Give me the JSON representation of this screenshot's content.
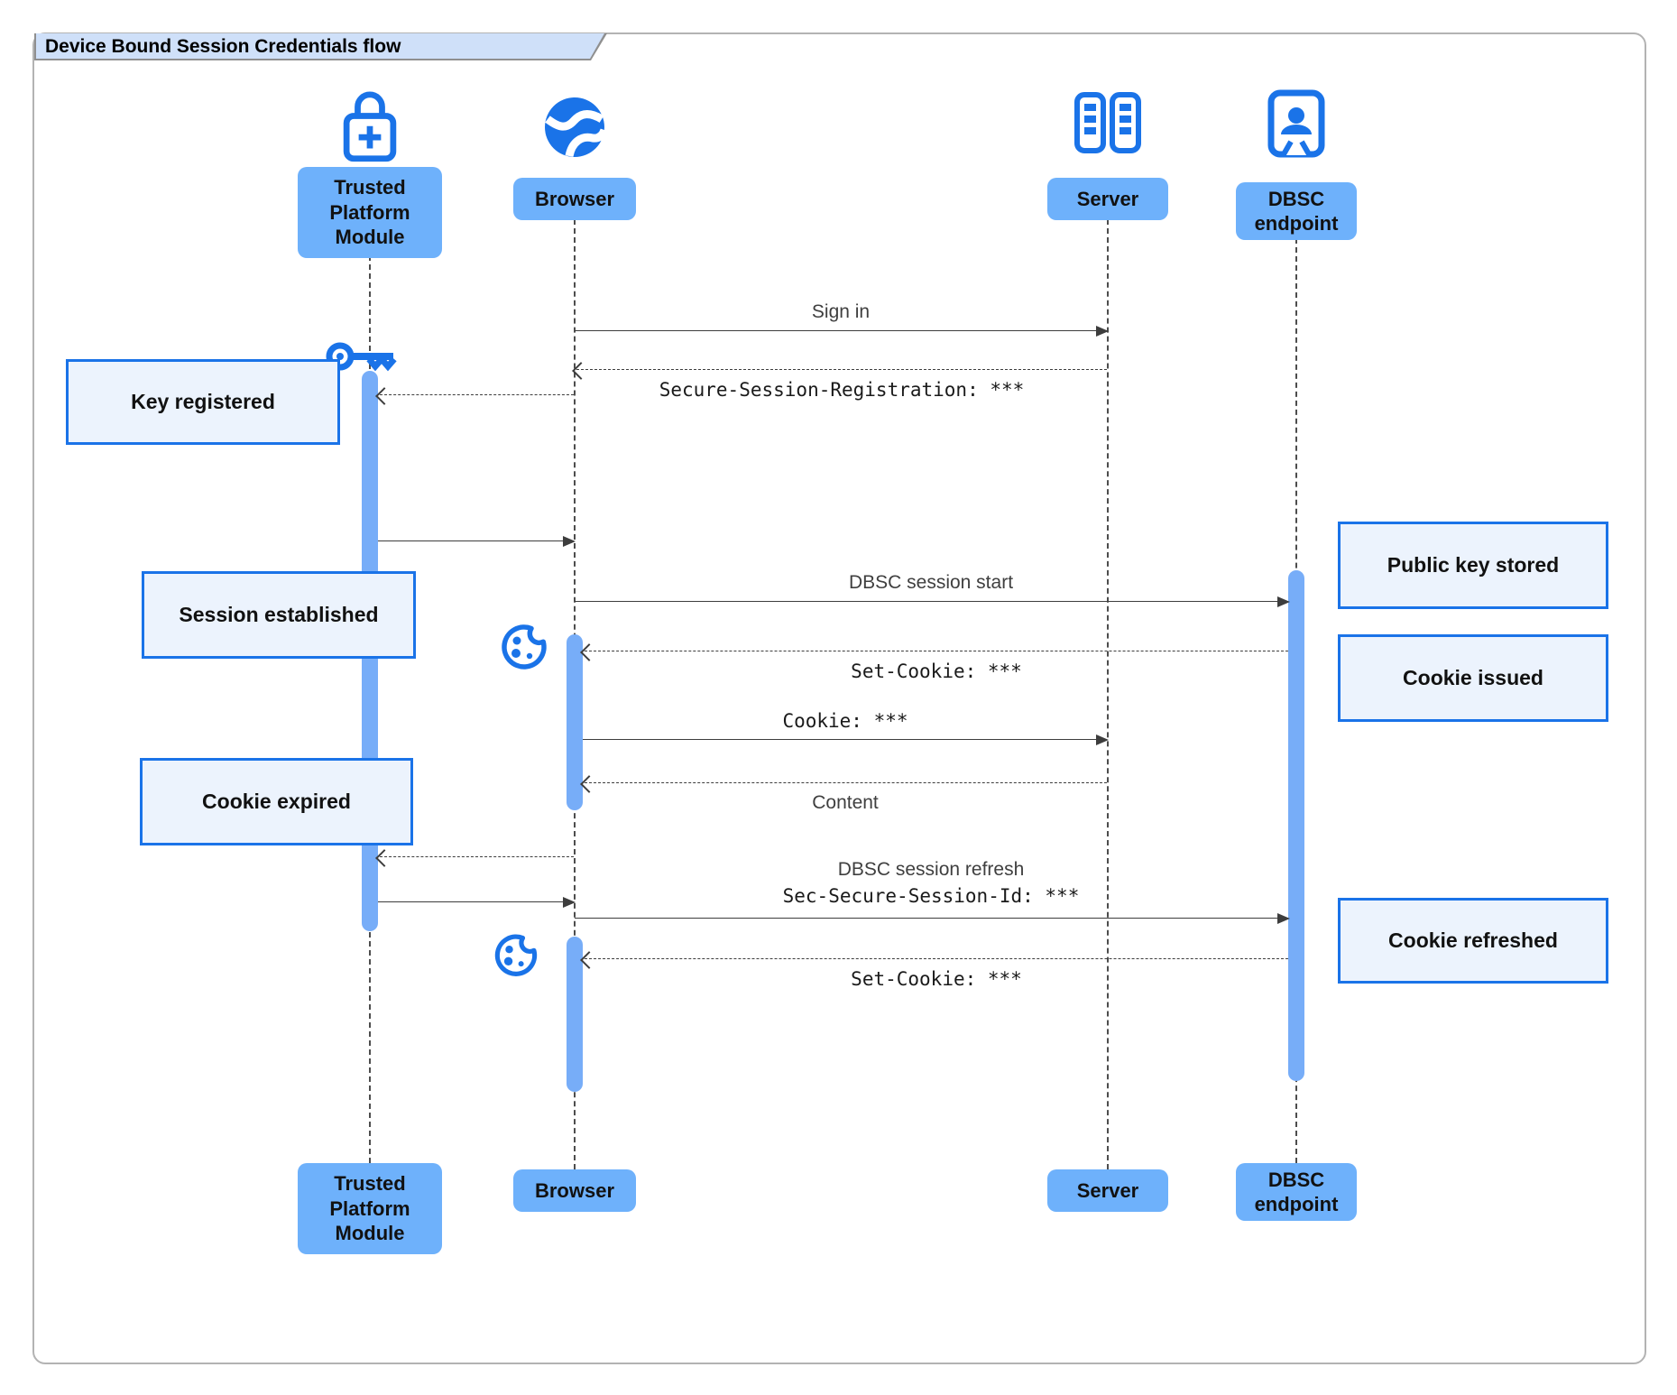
{
  "title": "Device Bound Session Credentials flow",
  "colors": {
    "icon_blue": "#1a73e8",
    "participant_fill": "#6eb1fb",
    "activation_fill": "#77adf8",
    "note_fill": "#ecf3fd",
    "note_border": "#1a73e8",
    "title_fill": "#cfe0f9",
    "line": "#3d3d3d"
  },
  "participants": [
    {
      "id": "tpm",
      "label": "Trusted Platform Module",
      "icon": "lock-plus-icon"
    },
    {
      "id": "browser",
      "label": "Browser",
      "icon": "globe-icon"
    },
    {
      "id": "server",
      "label": "Server",
      "icon": "server-rack-icon"
    },
    {
      "id": "dbsc",
      "label": "DBSC endpoint",
      "icon": "id-badge-icon"
    }
  ],
  "notes": [
    {
      "side": "left",
      "label": "Key registered"
    },
    {
      "side": "left",
      "label": "Session established"
    },
    {
      "side": "left",
      "label": "Cookie expired"
    },
    {
      "side": "right",
      "label": "Public key stored"
    },
    {
      "side": "right",
      "label": "Cookie issued"
    },
    {
      "side": "right",
      "label": "Cookie refreshed"
    }
  ],
  "messages": [
    {
      "from": "Browser",
      "to": "Server",
      "style": "solid",
      "label": "Sign in"
    },
    {
      "from": "Server",
      "to": "Browser",
      "style": "dashed",
      "label": "Secure-Session-Registration: ***"
    },
    {
      "from": "Browser",
      "to": "Trusted Platform Module",
      "style": "dashed",
      "label": ""
    },
    {
      "from": "Trusted Platform Module",
      "to": "Browser",
      "style": "solid",
      "label": ""
    },
    {
      "from": "Browser",
      "to": "DBSC endpoint",
      "style": "solid",
      "label": "DBSC session start"
    },
    {
      "from": "DBSC endpoint",
      "to": "Browser",
      "style": "dashed",
      "label": "Set-Cookie: ***"
    },
    {
      "from": "Browser",
      "to": "Server",
      "style": "solid",
      "label": "Cookie: ***"
    },
    {
      "from": "Server",
      "to": "Browser",
      "style": "dashed",
      "label": "Content"
    },
    {
      "from": "Browser",
      "to": "Trusted Platform Module",
      "style": "dashed",
      "label": ""
    },
    {
      "from": "Trusted Platform Module",
      "to": "Browser",
      "style": "solid",
      "label": ""
    },
    {
      "from": "Browser",
      "to": "DBSC endpoint",
      "style": "solid",
      "label": "DBSC session refresh",
      "label_line2": "Sec-Secure-Session-Id: ***"
    },
    {
      "from": "DBSC endpoint",
      "to": "Browser",
      "style": "dashed",
      "label": "Set-Cookie: ***"
    }
  ],
  "decorations": [
    {
      "icon": "key-icon",
      "near": "Trusted Platform Module"
    },
    {
      "icon": "cookie-icon",
      "near": "Browser",
      "occurrence": 1
    },
    {
      "icon": "cookie-icon",
      "near": "Browser",
      "occurrence": 2
    }
  ]
}
